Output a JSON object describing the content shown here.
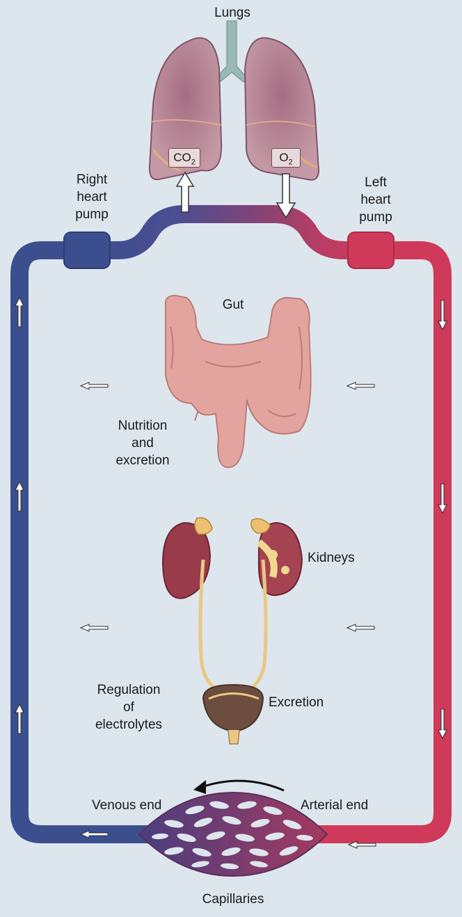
{
  "labels": {
    "lungs": "Lungs",
    "co2_main": "CO",
    "co2_sub": "2",
    "o2_main": "O",
    "o2_sub": "2",
    "right_heart": [
      "Right",
      "heart",
      "pump"
    ],
    "left_heart": [
      "Left",
      "heart",
      "pump"
    ],
    "gut": "Gut",
    "nutrition": [
      "Nutrition",
      "and",
      "excretion"
    ],
    "kidneys": "Kidneys",
    "regulation": [
      "Regulation",
      "of",
      "electrolytes"
    ],
    "excretion": "Excretion",
    "venous_end": "Venous end",
    "arterial_end": "Arterial end",
    "capillaries": "Capillaries"
  },
  "colors": {
    "background": "#dde6ed",
    "venous": "#3b4f8f",
    "arterial": "#cf3a5a",
    "organ_pink": "#e3a4a0",
    "lung": "#b67f8f",
    "kidney": "#9a3b4b",
    "ureter": "#e8c884"
  }
}
